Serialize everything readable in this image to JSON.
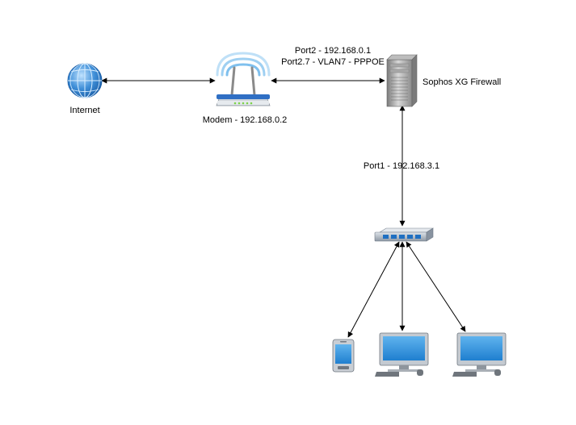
{
  "nodes": {
    "internet": {
      "label": "Internet",
      "icon": "globe-icon"
    },
    "modem": {
      "label": "Modem - 192.168.0.2",
      "icon": "wireless-router-icon"
    },
    "firewall": {
      "label": "Sophos XG Firewall",
      "icon": "server-tower-icon"
    },
    "switch": {
      "label": "",
      "icon": "network-switch-icon"
    },
    "phone": {
      "label": "",
      "icon": "mobile-phone-icon"
    },
    "desktop_1": {
      "label": "",
      "icon": "desktop-computer-icon"
    },
    "desktop_2": {
      "label": "",
      "icon": "desktop-computer-icon"
    }
  },
  "edges": [
    {
      "from": "internet",
      "to": "modem",
      "labels": []
    },
    {
      "from": "modem",
      "to": "firewall",
      "labels": [
        "Port2 - 192.168.0.1",
        "Port2.7 - VLAN7 - PPPOE"
      ]
    },
    {
      "from": "firewall",
      "to": "switch",
      "labels": [
        "Port1 - 192.168.3.1"
      ]
    },
    {
      "from": "switch",
      "to": "phone",
      "labels": []
    },
    {
      "from": "switch",
      "to": "desktop_1",
      "labels": []
    },
    {
      "from": "switch",
      "to": "desktop_2",
      "labels": []
    }
  ],
  "colors": {
    "globe": "#3f8fd8",
    "router_body": "#2f6fc4",
    "wifi_waves": "#5aa9e6",
    "server": "#9a9a9a",
    "switch": "#9aa4b0",
    "screen": "#2d8fd6",
    "connector": "#000000"
  }
}
